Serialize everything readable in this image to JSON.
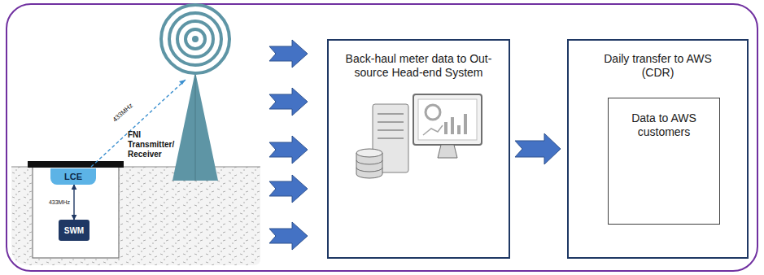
{
  "diagram": {
    "nodes": [
      {
        "text": [
          "LCE"
        ]
      },
      {
        "text": [
          "SWM"
        ]
      },
      {
        "text": [
          "Back-haul meter data to Out-source Head-end System"
        ]
      },
      {
        "text": [
          "Daily transfer to AWS (CDR)"
        ]
      },
      {
        "text": [
          "Data to AWS customers"
        ],
        "in": 3
      }
    ],
    "edges": [
      {
        "from": 0,
        "to": 1,
        "arrow": "both",
        "label": "433MHz"
      },
      {
        "from": 2,
        "to": 3,
        "arrow": "to"
      }
    ],
    "labels": [
      "433MHz",
      "FNI Transmitter/ Receiver"
    ]
  }
}
